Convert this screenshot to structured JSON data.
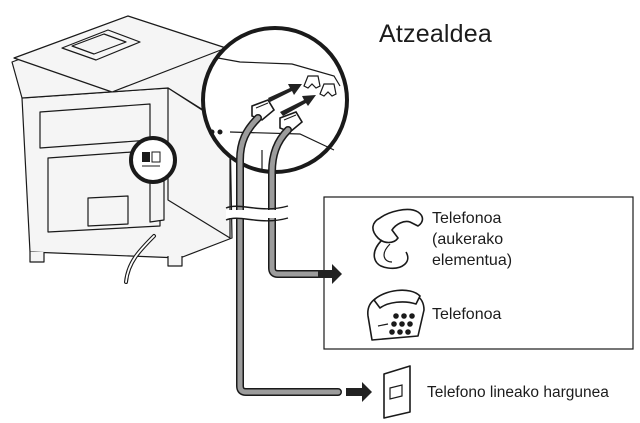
{
  "title": "Atzealdea",
  "devices": {
    "handset_line1": "Telefonoa",
    "handset_line2": "(aukerako",
    "handset_line3": "elementua)",
    "phone": "Telefonoa"
  },
  "wall_jack": "Telefono lineako hargunea",
  "colors": {
    "line": "#1a1a1a",
    "cable_fill": "#9c9c9c",
    "arrow": "#222222",
    "printer_fill": "#f5f5f5"
  }
}
